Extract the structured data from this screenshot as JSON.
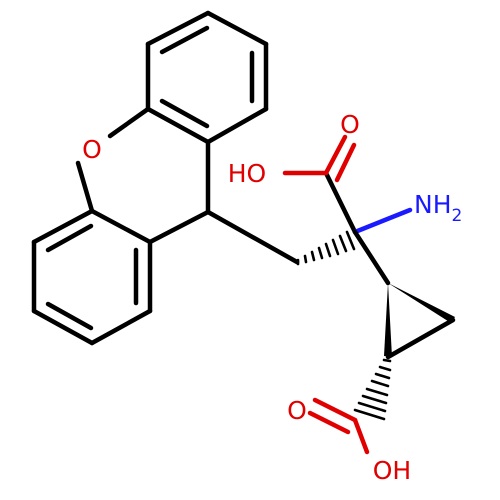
{
  "labels": {
    "ring_oxygen": "O",
    "acid1_oxygen": "O",
    "acid1_hydroxyl": "HO",
    "amino_n": "NH",
    "amino_sub": "2",
    "acid2_oxygen": "O",
    "acid2_hydroxyl": "OH"
  },
  "colors": {
    "carbon": "#000000",
    "oxygen": "#e00000",
    "nitrogen": "#1a1aff"
  }
}
